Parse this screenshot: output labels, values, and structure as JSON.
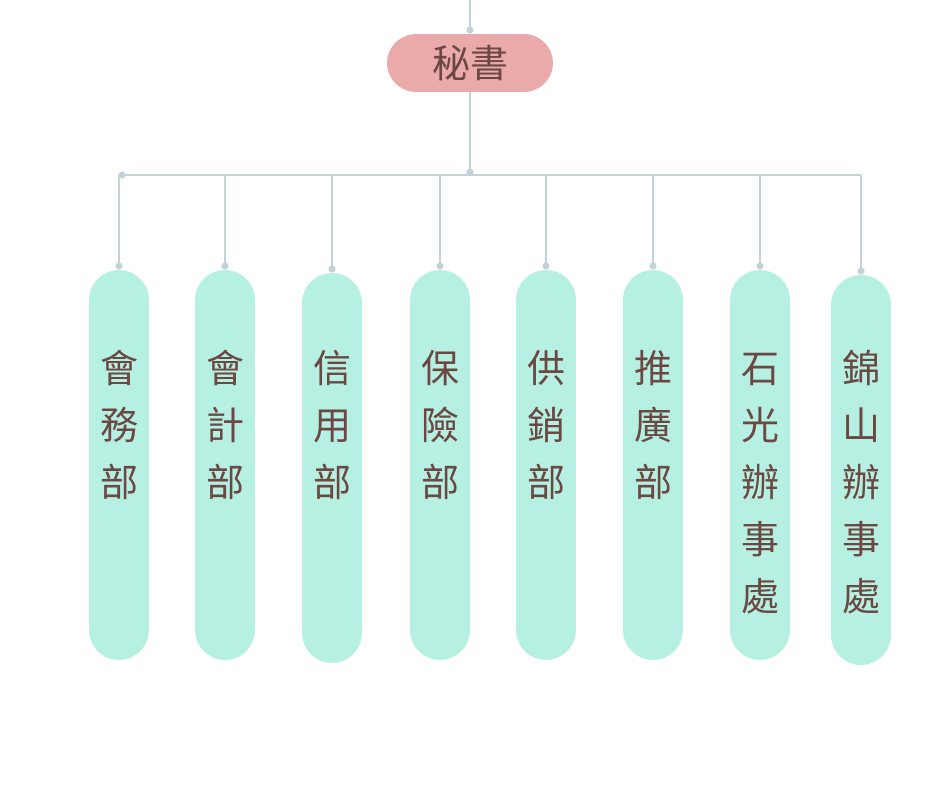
{
  "root": {
    "label": "秘書"
  },
  "departments": [
    {
      "label": "會務部"
    },
    {
      "label": "會計部"
    },
    {
      "label": "信用部"
    },
    {
      "label": "保險部"
    },
    {
      "label": "供銷部"
    },
    {
      "label": "推廣部"
    },
    {
      "label": "石光辦事處"
    },
    {
      "label": "錦山辦事處"
    }
  ],
  "colors": {
    "root_fill": "#eaaaa9",
    "dept_fill": "#b6f0e2",
    "text": "#6b4842",
    "connector": "#c3d1d9"
  }
}
